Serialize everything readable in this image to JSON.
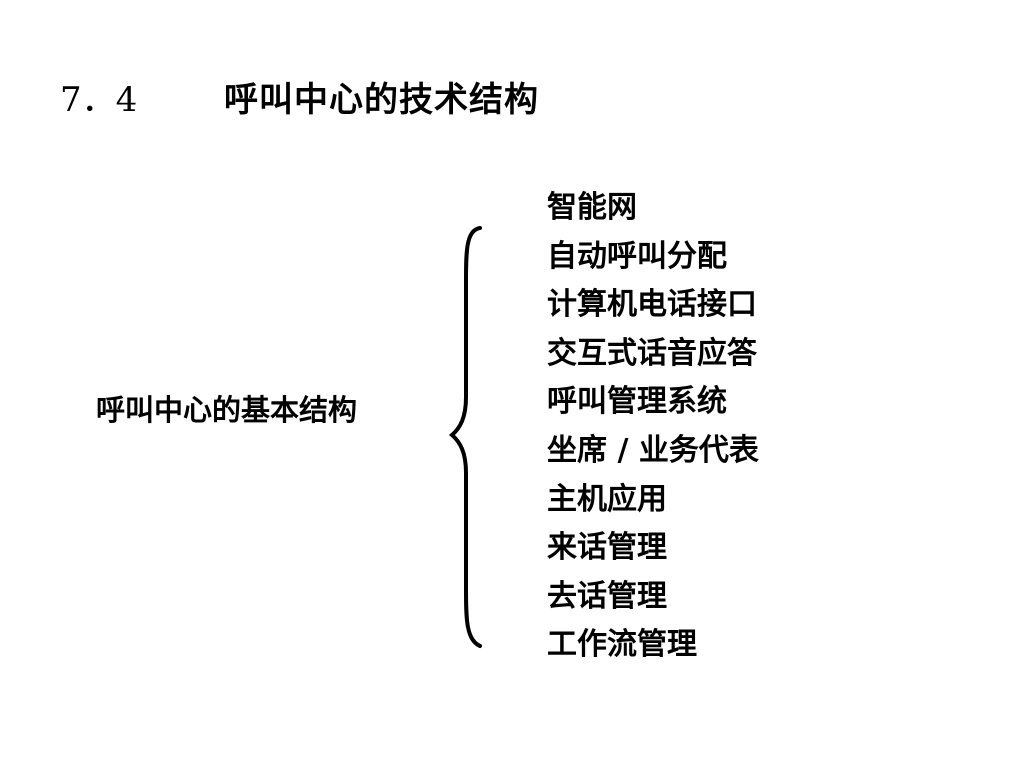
{
  "title": {
    "number": "7．4",
    "text": "呼叫中心的技术结构"
  },
  "left_label": "呼叫中心的基本结构",
  "items": [
    "智能网",
    "自动呼叫分配",
    "计算机电话接口",
    "交互式话音应答",
    "呼叫管理系统",
    "坐席 / 业务代表",
    "主机应用",
    "来话管理",
    "去话管理",
    "工作流管理"
  ]
}
